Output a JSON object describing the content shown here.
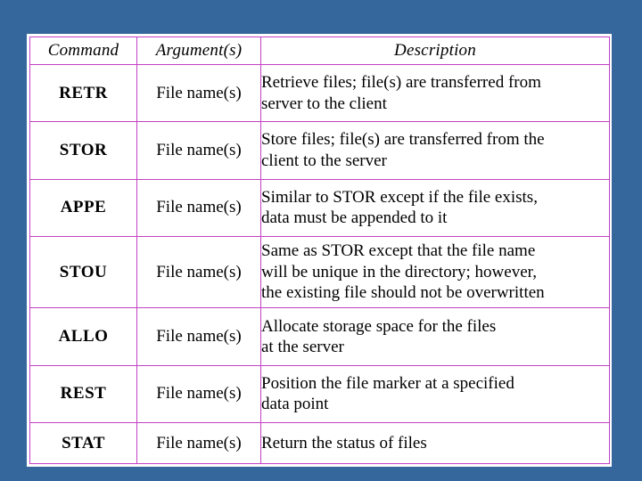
{
  "slide": {
    "background_color": "#36679c",
    "table_border_color": "#c341c3",
    "header_fill_color": "#fbe4fb",
    "cell_fill_color": "#ffffff",
    "text_color": "#000000"
  },
  "table": {
    "headers": {
      "command": "Command",
      "arguments": "Argument(s)",
      "description": "Description"
    },
    "rows": [
      {
        "command": "RETR",
        "arguments": "File name(s)",
        "description_lines": [
          "Retrieve files; file(s) are transferred from",
          "server to the client"
        ]
      },
      {
        "command": "STOR",
        "arguments": "File name(s)",
        "description_lines": [
          "Store files; file(s) are transferred from the",
          "client to the server"
        ]
      },
      {
        "command": "APPE",
        "arguments": "File name(s)",
        "description_lines": [
          "Similar to STOR except if the file exists,",
          "data must be appended to it"
        ]
      },
      {
        "command": "STOU",
        "arguments": "File name(s)",
        "description_lines": [
          "Same as STOR except that the file name",
          "will be unique in the directory; however,",
          "the existing file should not be overwritten"
        ]
      },
      {
        "command": "ALLO",
        "arguments": "File name(s)",
        "description_lines": [
          "Allocate storage space for the files",
          "at the server"
        ]
      },
      {
        "command": "REST",
        "arguments": "File name(s)",
        "description_lines": [
          "Position the file marker at a specified",
          "data point"
        ]
      },
      {
        "command": "STAT",
        "arguments": "File name(s)",
        "description_lines": [
          "Return the status of files"
        ]
      }
    ]
  }
}
